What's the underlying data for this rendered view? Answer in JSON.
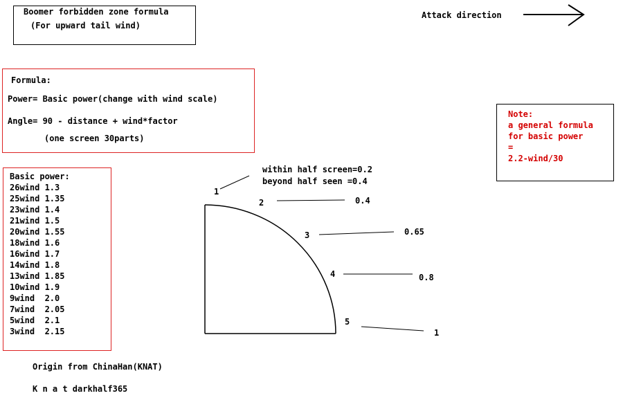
{
  "title": {
    "line1": "Boomer forbidden zone formula",
    "line2": "(For upward tail wind)"
  },
  "attack": {
    "label": "Attack direction",
    "arrow_icon": "right-arrow-icon"
  },
  "formula": {
    "heading": "Formula:",
    "power": "Power= Basic power(change with wind scale)",
    "angle": "Angle= 90 - distance + wind*factor",
    "screen_note": "(one screen 30parts)"
  },
  "note": {
    "heading": "Note:",
    "line1": "a general formula",
    "line2": "for basic power",
    "line3": "=",
    "line4": "2.2-wind/30",
    "color": "#d40000"
  },
  "basic_power": {
    "heading": "Basic power:",
    "rows": [
      "26wind 1.3",
      "25wind 1.35",
      "23wind 1.4",
      "21wind 1.5",
      "20wind 1.55",
      "18wind 1.6",
      "16wind 1.7",
      "14wind 1.8",
      "13wind 1.85",
      "10wind 1.9",
      "9wind  2.0",
      "7wind  2.05",
      "5wind  2.1",
      "3wind  2.15"
    ]
  },
  "diagram": {
    "half_screen_note1": "within half screen=0.2",
    "half_screen_note2": "beyond half seen =0.4",
    "points": [
      {
        "label": "1"
      },
      {
        "label": "2",
        "factor": "0.4"
      },
      {
        "label": "3",
        "factor": "0.65"
      },
      {
        "label": "4",
        "factor": "0.8"
      },
      {
        "label": "5",
        "factor": "1"
      }
    ]
  },
  "credits": {
    "origin": "Origin from ChinaHan(KNAT)",
    "authors": "K n a t darkhalf365"
  }
}
